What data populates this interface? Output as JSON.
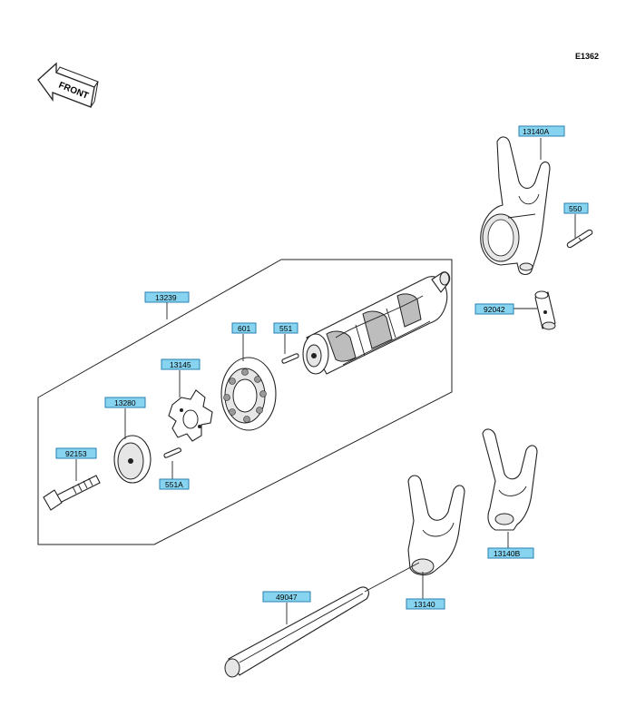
{
  "diagram_code": "E1362",
  "front_indicator": "FRONT",
  "labels": [
    {
      "id": "13140A",
      "text": "13140A"
    },
    {
      "id": "550",
      "text": "550"
    },
    {
      "id": "92042",
      "text": "92042"
    },
    {
      "id": "13239",
      "text": "13239"
    },
    {
      "id": "601",
      "text": "601"
    },
    {
      "id": "551",
      "text": "551"
    },
    {
      "id": "13145",
      "text": "13145"
    },
    {
      "id": "13280",
      "text": "13280"
    },
    {
      "id": "92153",
      "text": "92153"
    },
    {
      "id": "551A",
      "text": "551A"
    },
    {
      "id": "49047",
      "text": "49047"
    },
    {
      "id": "13140",
      "text": "13140"
    },
    {
      "id": "13140B",
      "text": "13140B"
    }
  ]
}
